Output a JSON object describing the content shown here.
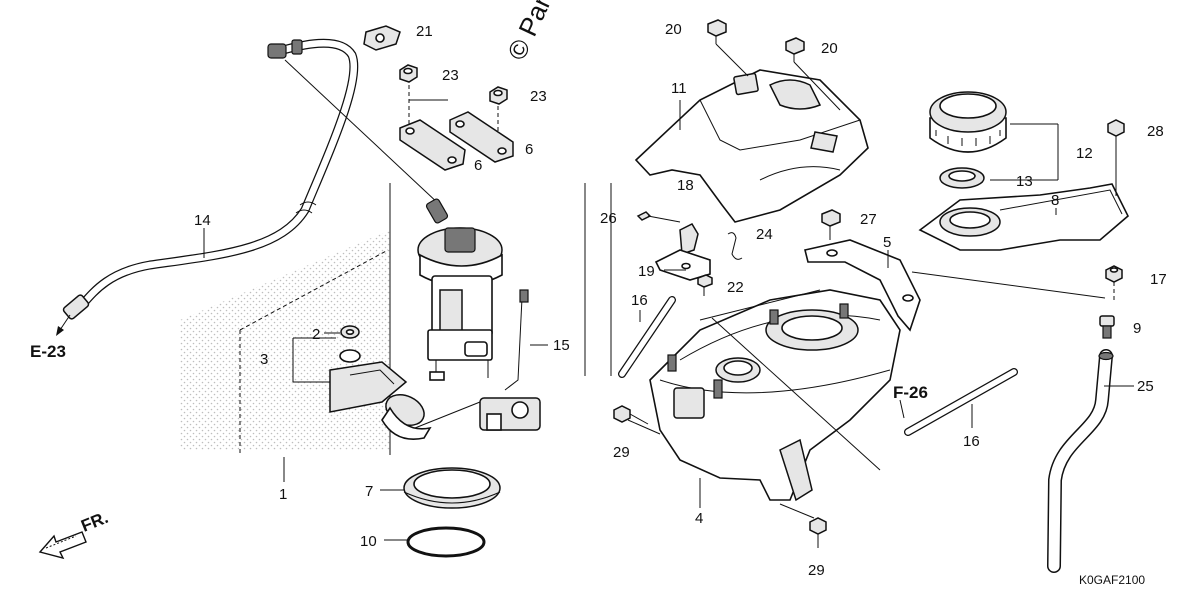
{
  "watermark": "© Partz",
  "diagram_code": "K0GAF2100",
  "direction_label": "FR.",
  "references": {
    "e23": "E-23",
    "f26": "F-26"
  },
  "callouts": {
    "c1": "1",
    "c2": "2",
    "c3": "3",
    "c4": "4",
    "c5": "5",
    "c6a": "6",
    "c6b": "6",
    "c7": "7",
    "c8": "8",
    "c9": "9",
    "c10": "10",
    "c11": "11",
    "c12": "12",
    "c13": "13",
    "c14": "14",
    "c15": "15",
    "c16a": "16",
    "c16b": "16",
    "c17": "17",
    "c18": "18",
    "c19": "19",
    "c20a": "20",
    "c20b": "20",
    "c21": "21",
    "c22": "22",
    "c23a": "23",
    "c23b": "23",
    "c24": "24",
    "c25": "25",
    "c26": "26",
    "c27": "27",
    "c28": "28",
    "c29a": "29",
    "c29b": "29"
  }
}
